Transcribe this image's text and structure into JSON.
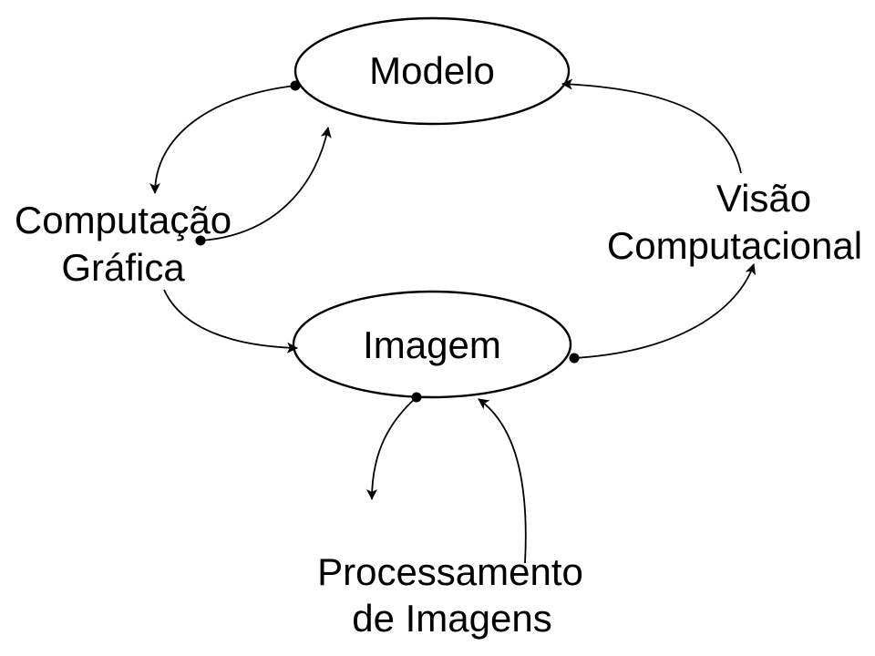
{
  "nodes": {
    "modelo": {
      "label": "Modelo"
    },
    "imagem": {
      "label": "Imagem"
    }
  },
  "processes": {
    "computacao_grafica": {
      "line1": "Computação",
      "line2": "Gráfica"
    },
    "visao_computacional": {
      "line1": "Visão",
      "line2": "Computacional"
    },
    "processamento_imagens": {
      "line1": "Processamento",
      "line2": "de Imagens"
    }
  },
  "colors": {
    "ink": "#000000",
    "background": "#ffffff"
  }
}
